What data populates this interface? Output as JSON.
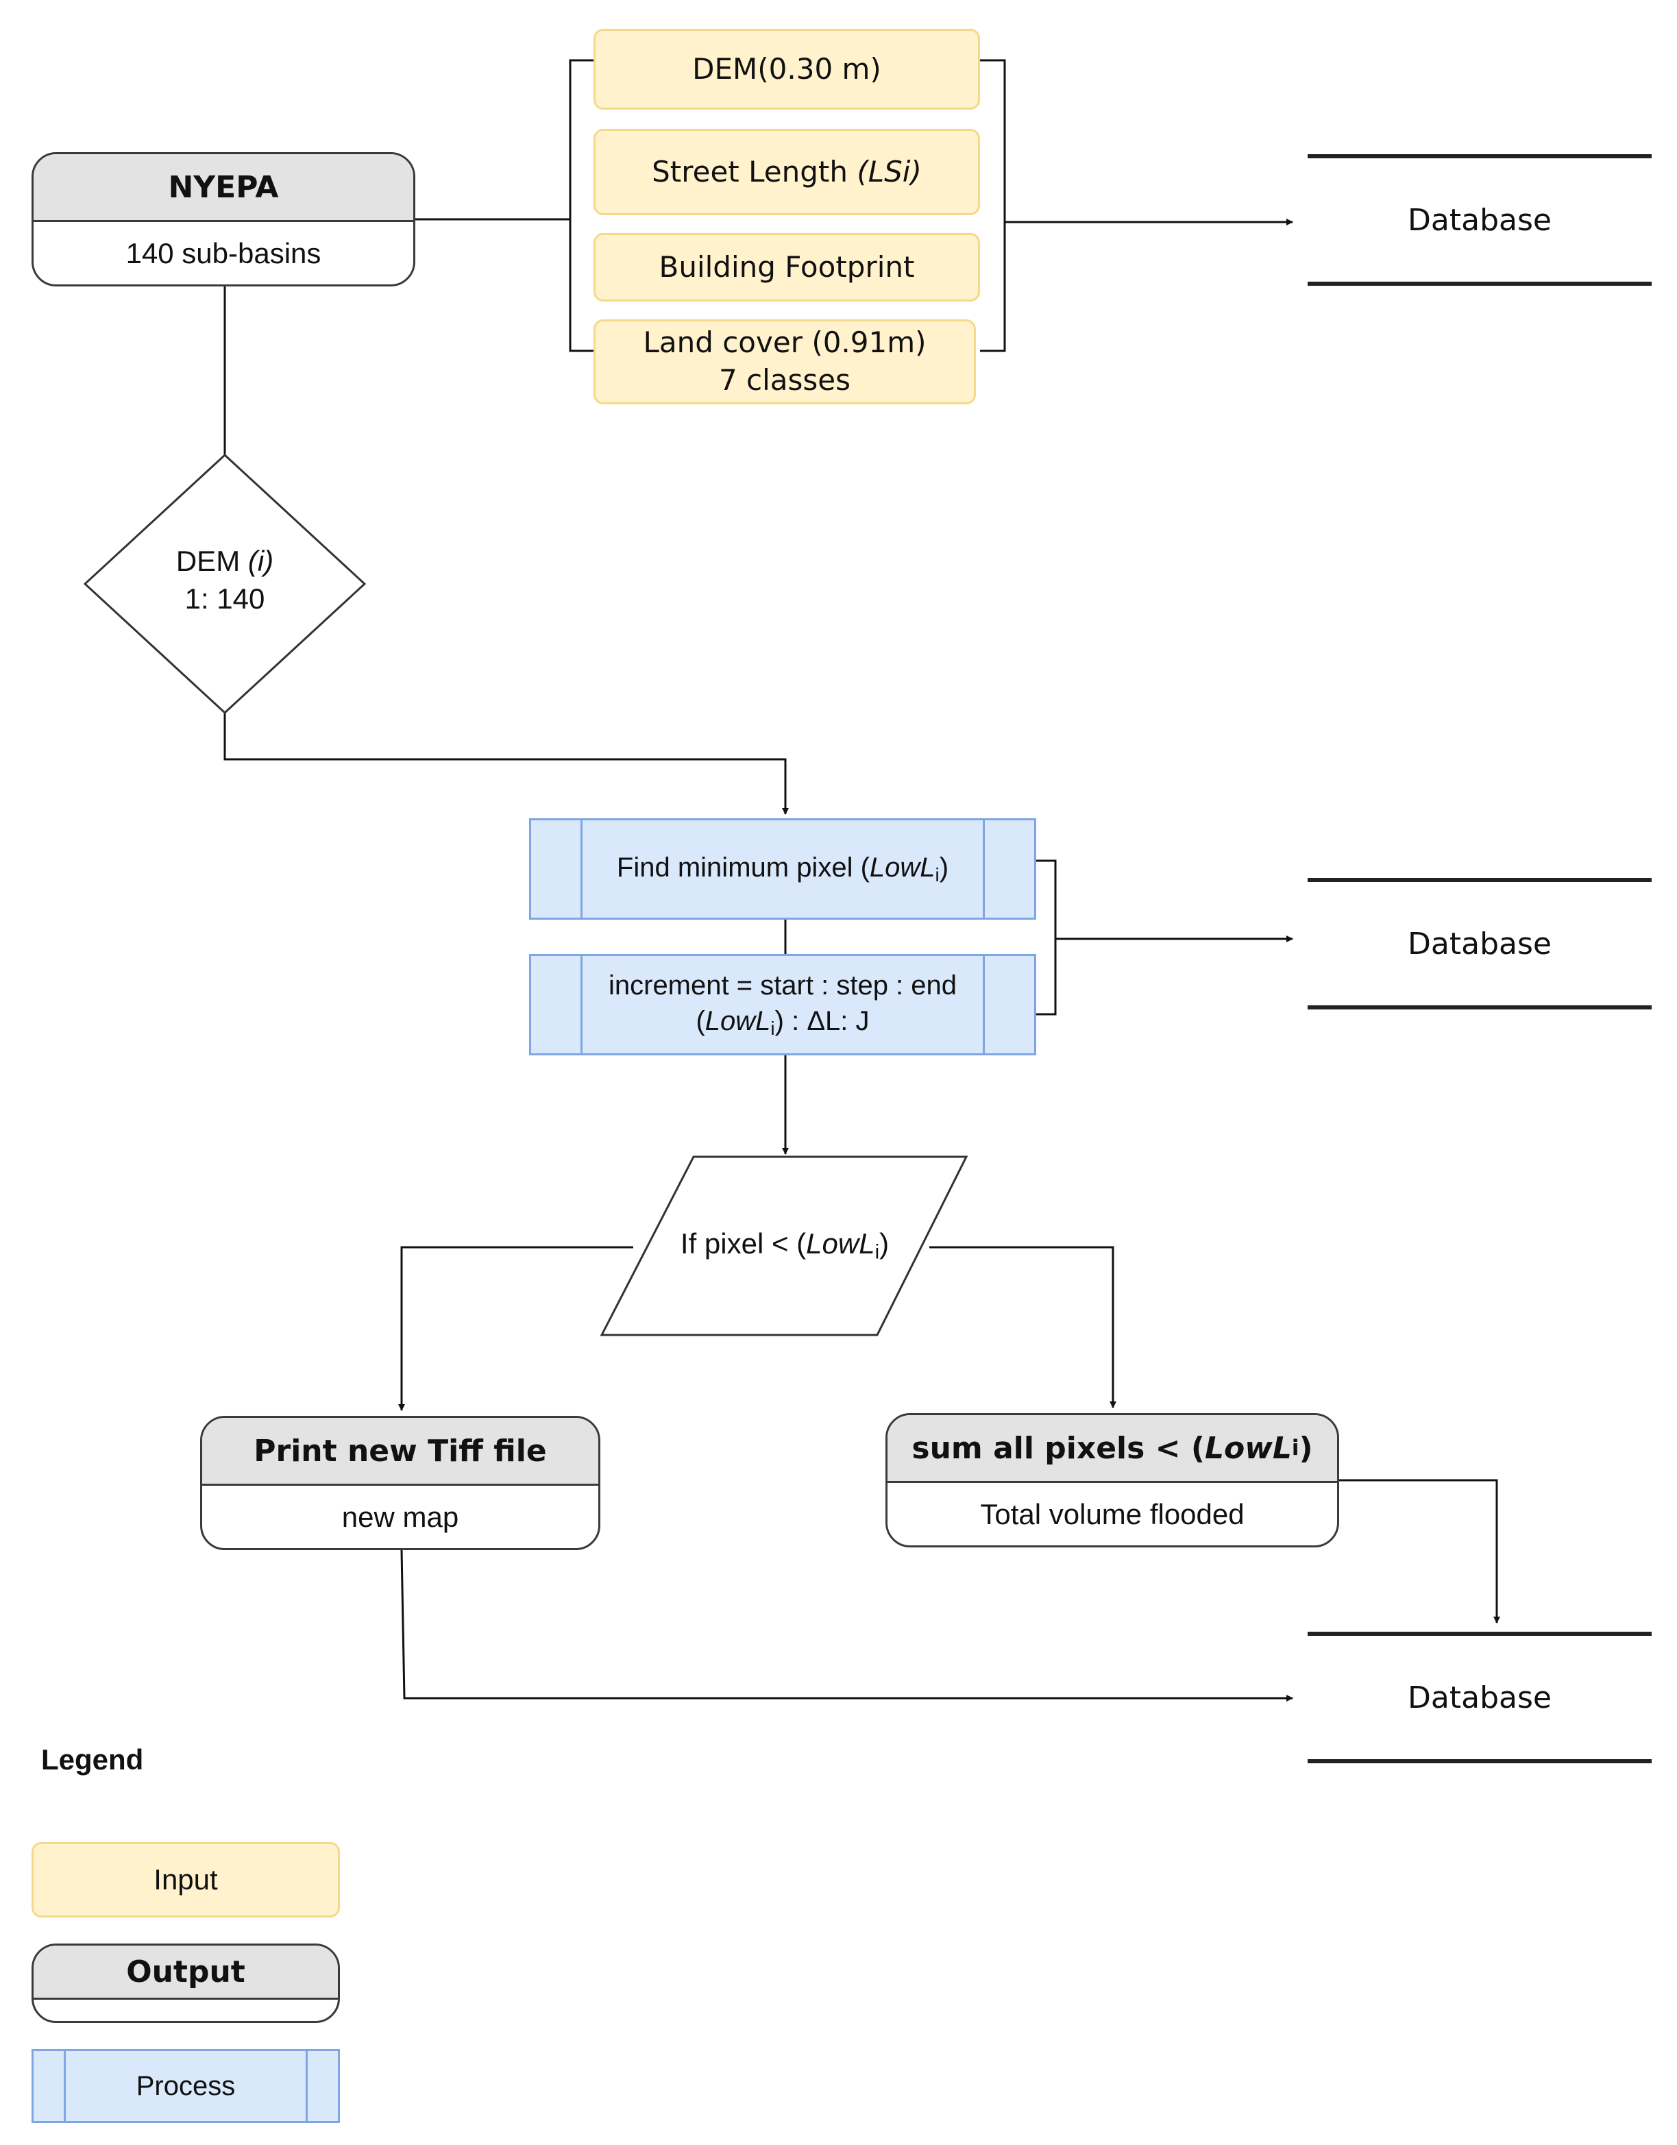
{
  "inputs": {
    "dem": "DEM(0.30 m)",
    "street_prefix": "Street Length ",
    "street_var": "(LSi)",
    "building": "Building Footprint",
    "landcover_line1": "Land cover (0.91m)",
    "landcover_line2": "7 classes"
  },
  "nyepa": {
    "title": "NYEPA",
    "subtitle": "140 sub-basins"
  },
  "databases": {
    "top": "Database",
    "middle": "Database",
    "bottom": "Database"
  },
  "dem_loop": {
    "prefix": "DEM ",
    "var": "(i)",
    "range": "1: 140"
  },
  "find_min": {
    "prefix": "Find minimum pixel (",
    "var": "LowL",
    "sub": "i",
    "suffix": ")"
  },
  "increment": {
    "line1": "increment = start : step : end",
    "open": "(",
    "var": "LowL",
    "sub": "i",
    "rest": ") : ΔL: J"
  },
  "condition": {
    "prefix": "If pixel < (",
    "var": "LowL",
    "sub": "i",
    "suffix": ")"
  },
  "print_tiff": {
    "title": "Print new Tiff file",
    "subtitle": "new map"
  },
  "sum_pixels": {
    "prefix": "sum all pixels < (",
    "var": "LowL",
    "sub": "i",
    "suffix": ")",
    "subtitle": "Total volume flooded"
  },
  "legend": {
    "title": "Legend",
    "input": "Input",
    "output": "Output",
    "process": "Process"
  },
  "colors": {
    "input_fill": "#fff2cc",
    "input_stroke": "#f5d98b",
    "output_head": "#e3e3e3",
    "output_stroke": "#3a3a3a",
    "process_fill": "#dae8fc",
    "process_stroke": "#7ea6e0"
  }
}
